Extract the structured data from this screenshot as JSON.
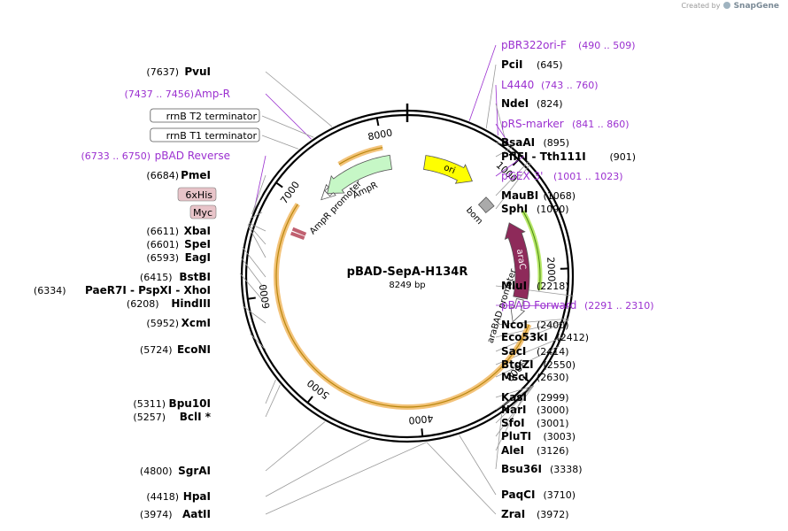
{
  "credit": {
    "prefix": "Created by",
    "brand": "SnapGene"
  },
  "plasmid": {
    "name": "pBAD-SepA-H134R",
    "size_label": "8249 bp",
    "total_bp": 8249
  },
  "colors": {
    "backbone": "#000000",
    "primer": "#9b30d0",
    "ampr": "#c6f7c6",
    "ori": "#ffff00",
    "arac": "#8e2a5a",
    "orange_highlight": "#f3c37a",
    "green_highlight": "#b8e86a",
    "pink_tag": "#e8c4c9"
  },
  "ticks": [
    {
      "bp": 1000,
      "label": "1000"
    },
    {
      "bp": 2000,
      "label": "2000"
    },
    {
      "bp": 3000,
      "label": "3000"
    },
    {
      "bp": 4000,
      "label": "4000"
    },
    {
      "bp": 5000,
      "label": "5000"
    },
    {
      "bp": 6000,
      "label": "6000"
    },
    {
      "bp": 7000,
      "label": "7000"
    },
    {
      "bp": 8000,
      "label": "8000"
    }
  ],
  "features": [
    {
      "name": "ori",
      "label": "ori",
      "start": 200,
      "end": 788,
      "color": "#ffff00",
      "dir": 1
    },
    {
      "name": "bom",
      "label": "bom",
      "start": 1030,
      "end": 1170,
      "color": "#aaaaaa"
    },
    {
      "name": "araC",
      "label": "araC",
      "start": 1430,
      "end": 2310,
      "color": "#8e2a5a",
      "dir": -1
    },
    {
      "name": "araBAD-promoter",
      "label": "araBAD promoter",
      "start": 2330,
      "end": 2600,
      "color": "#ffffff",
      "dir": 1
    },
    {
      "name": "AmpR",
      "label": "AmpR",
      "start": 7240,
      "end": 8060,
      "color": "#c6f7c6",
      "dir": -1
    },
    {
      "name": "AmpR-promoter",
      "label": "AmpR promoter",
      "start": 7140,
      "end": 7240,
      "color": "#ffffff",
      "dir": -1
    }
  ],
  "left_labels": [
    {
      "pos": 7637,
      "enzyme": "PvuI",
      "kind": "enzyme"
    },
    {
      "pos": "7437 .. 7456",
      "enzyme": "Amp-R",
      "kind": "primer"
    },
    {
      "enzyme": "rrnB T2 terminator",
      "kind": "box"
    },
    {
      "enzyme": "rrnB T1 terminator",
      "kind": "box"
    },
    {
      "pos": "6733 .. 6750",
      "enzyme": "pBAD Reverse",
      "kind": "primer"
    },
    {
      "pos": 6684,
      "enzyme": "PmeI",
      "kind": "enzyme"
    },
    {
      "enzyme": "6xHis",
      "kind": "tag"
    },
    {
      "enzyme": "Myc",
      "kind": "tag"
    },
    {
      "pos": 6611,
      "enzyme": "XbaI",
      "kind": "enzyme"
    },
    {
      "pos": 6601,
      "enzyme": "SpeI",
      "kind": "enzyme"
    },
    {
      "pos": 6593,
      "enzyme": "EagI",
      "kind": "enzyme"
    },
    {
      "pos": 6415,
      "enzyme": "BstBI",
      "kind": "enzyme"
    },
    {
      "pos": 6334,
      "enzyme": "PaeR7I - PspXI - XhoI",
      "kind": "enzyme"
    },
    {
      "pos": 6208,
      "enzyme": "HindIII",
      "kind": "enzyme"
    },
    {
      "pos": 5952,
      "enzyme": "XcmI",
      "kind": "enzyme"
    },
    {
      "pos": 5724,
      "enzyme": "EcoNI",
      "kind": "enzyme"
    },
    {
      "pos": 5311,
      "enzyme": "Bpu10I",
      "kind": "enzyme"
    },
    {
      "pos": 5257,
      "enzyme": "BclI *",
      "kind": "enzyme"
    },
    {
      "pos": 4800,
      "enzyme": "SgrAI",
      "kind": "enzyme"
    },
    {
      "pos": 4418,
      "enzyme": "HpaI",
      "kind": "enzyme"
    },
    {
      "pos": 3974,
      "enzyme": "AatII",
      "kind": "enzyme"
    }
  ],
  "right_labels": [
    {
      "pos": "490 .. 509",
      "enzyme": "pBR322ori-F",
      "kind": "primer"
    },
    {
      "pos": 645,
      "enzyme": "PciI",
      "kind": "enzyme"
    },
    {
      "pos": "743 .. 760",
      "enzyme": "L4440",
      "kind": "primer"
    },
    {
      "pos": 824,
      "enzyme": "NdeI",
      "kind": "enzyme"
    },
    {
      "pos": "841 .. 860",
      "enzyme": "pRS-marker",
      "kind": "primer"
    },
    {
      "pos": 895,
      "enzyme": "BsaAI",
      "kind": "enzyme"
    },
    {
      "pos": 901,
      "enzyme": "PflFI - Tth111I",
      "kind": "enzyme"
    },
    {
      "pos": "1001 .. 1023",
      "enzyme": "pGEX 3'",
      "kind": "primer"
    },
    {
      "pos": 1068,
      "enzyme": "MauBI",
      "kind": "enzyme"
    },
    {
      "pos": 1090,
      "enzyme": "SphI",
      "kind": "enzyme"
    },
    {
      "pos": 2218,
      "enzyme": "MluI",
      "kind": "enzyme"
    },
    {
      "pos": "2291 .. 2310",
      "enzyme": "pBAD Forward",
      "kind": "primer"
    },
    {
      "pos": 2400,
      "enzyme": "NcoI",
      "kind": "enzyme"
    },
    {
      "pos": 2412,
      "enzyme": "Eco53kI",
      "kind": "enzyme"
    },
    {
      "pos": 2414,
      "enzyme": "SacI",
      "kind": "enzyme"
    },
    {
      "pos": 2550,
      "enzyme": "BtgZI",
      "kind": "enzyme"
    },
    {
      "pos": 2630,
      "enzyme": "MscI",
      "kind": "enzyme"
    },
    {
      "pos": 2999,
      "enzyme": "KasI",
      "kind": "enzyme"
    },
    {
      "pos": 3000,
      "enzyme": "NarI",
      "kind": "enzyme"
    },
    {
      "pos": 3001,
      "enzyme": "SfoI",
      "kind": "enzyme"
    },
    {
      "pos": 3003,
      "enzyme": "PluTI",
      "kind": "enzyme"
    },
    {
      "pos": 3126,
      "enzyme": "AleI",
      "kind": "enzyme"
    },
    {
      "pos": 3338,
      "enzyme": "Bsu36I",
      "kind": "enzyme"
    },
    {
      "pos": 3710,
      "enzyme": "PaqCI",
      "kind": "enzyme"
    },
    {
      "pos": 3972,
      "enzyme": "ZraI",
      "kind": "enzyme"
    }
  ]
}
